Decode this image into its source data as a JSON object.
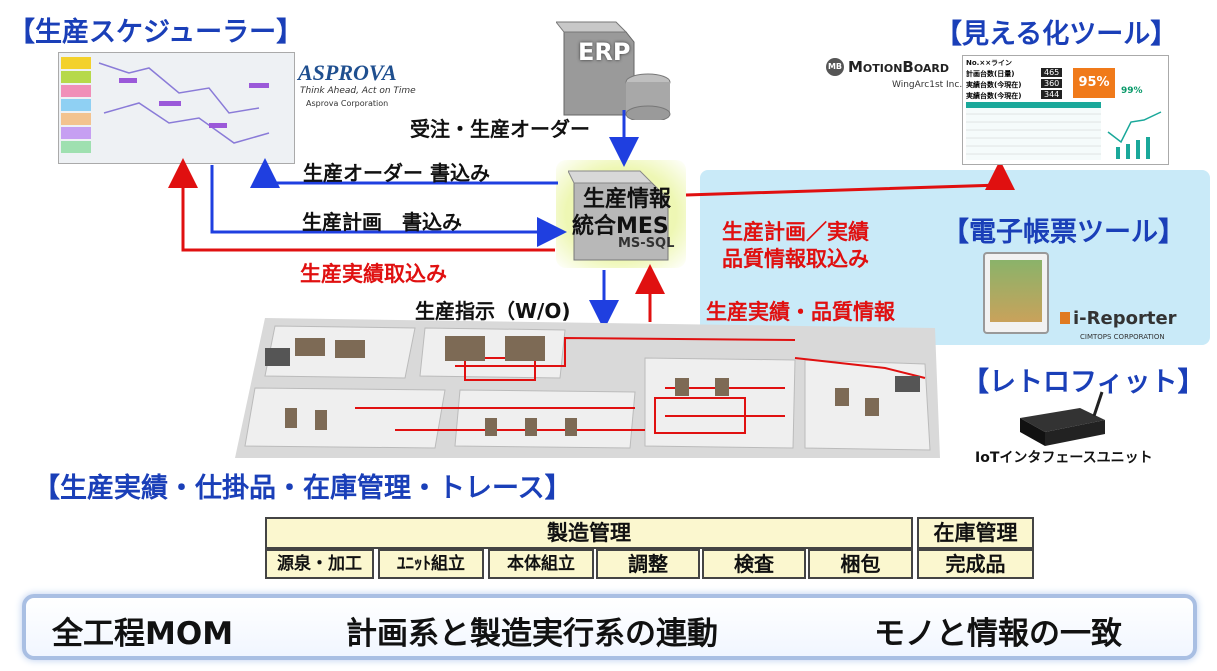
{
  "titles": {
    "scheduler": "【生産スケジューラー】",
    "visualize": "【見える化ツール】",
    "ereport": "【電子帳票ツール】",
    "retrofit": "【レトロフィット】",
    "tracking": "【生産実績・仕掛品・在庫管理・トレース】"
  },
  "logos": {
    "asprova": "ASPROVA",
    "asprova_tagline": "Think Ahead, Act on Time",
    "asprova_corp": "Asprova Corporation",
    "motionboard": "MotionBoard",
    "motionboard_corp": "WingArc1st Inc.",
    "ireporter": "i-Reporter",
    "ireporter_corp": "CIMTOPS CORPORATION"
  },
  "erp": "ERP",
  "mes": {
    "line1": "生産情報",
    "line2": "統合MES",
    "db": "MS-SQL"
  },
  "iot_unit": "IoTインタフェースユニット",
  "flows": {
    "order_receive": "受注・生産オーダー",
    "order_write": "生産オーダー 書込み",
    "plan_write": "生産計画　書込み",
    "actual_import": "生産実績取込み",
    "work_order": "生産指示（W/O)",
    "plan_actual": "生産計画／実績",
    "quality_import": "品質情報取込み",
    "actual_quality": "生産実績・品質情報"
  },
  "table": {
    "mfg_header": "製造管理",
    "inv_header": "在庫管理",
    "cells": [
      "源泉・加工",
      "ﾕﾆｯﾄ組立",
      "本体組立",
      "調整",
      "検査",
      "梱包"
    ],
    "inv_cell": "完成品"
  },
  "slogans": [
    "全工程MOM",
    "計画系と製造実行系の連動",
    "モノと情報の一致"
  ],
  "dashboard": {
    "line": "No.××ライン",
    "rows": [
      {
        "label": "計画台数(日量)",
        "value": "465"
      },
      {
        "label": "実績台数(今現在)",
        "value": "360"
      },
      {
        "label": "実績台数(今現在)",
        "value": "344"
      }
    ],
    "pct": "95%",
    "pct2": "99%"
  },
  "colors": {
    "blue": "#1a3fb8",
    "red": "#e01010",
    "arrow_blue": "#1f3fe0",
    "panel": "#c9eaf8"
  }
}
